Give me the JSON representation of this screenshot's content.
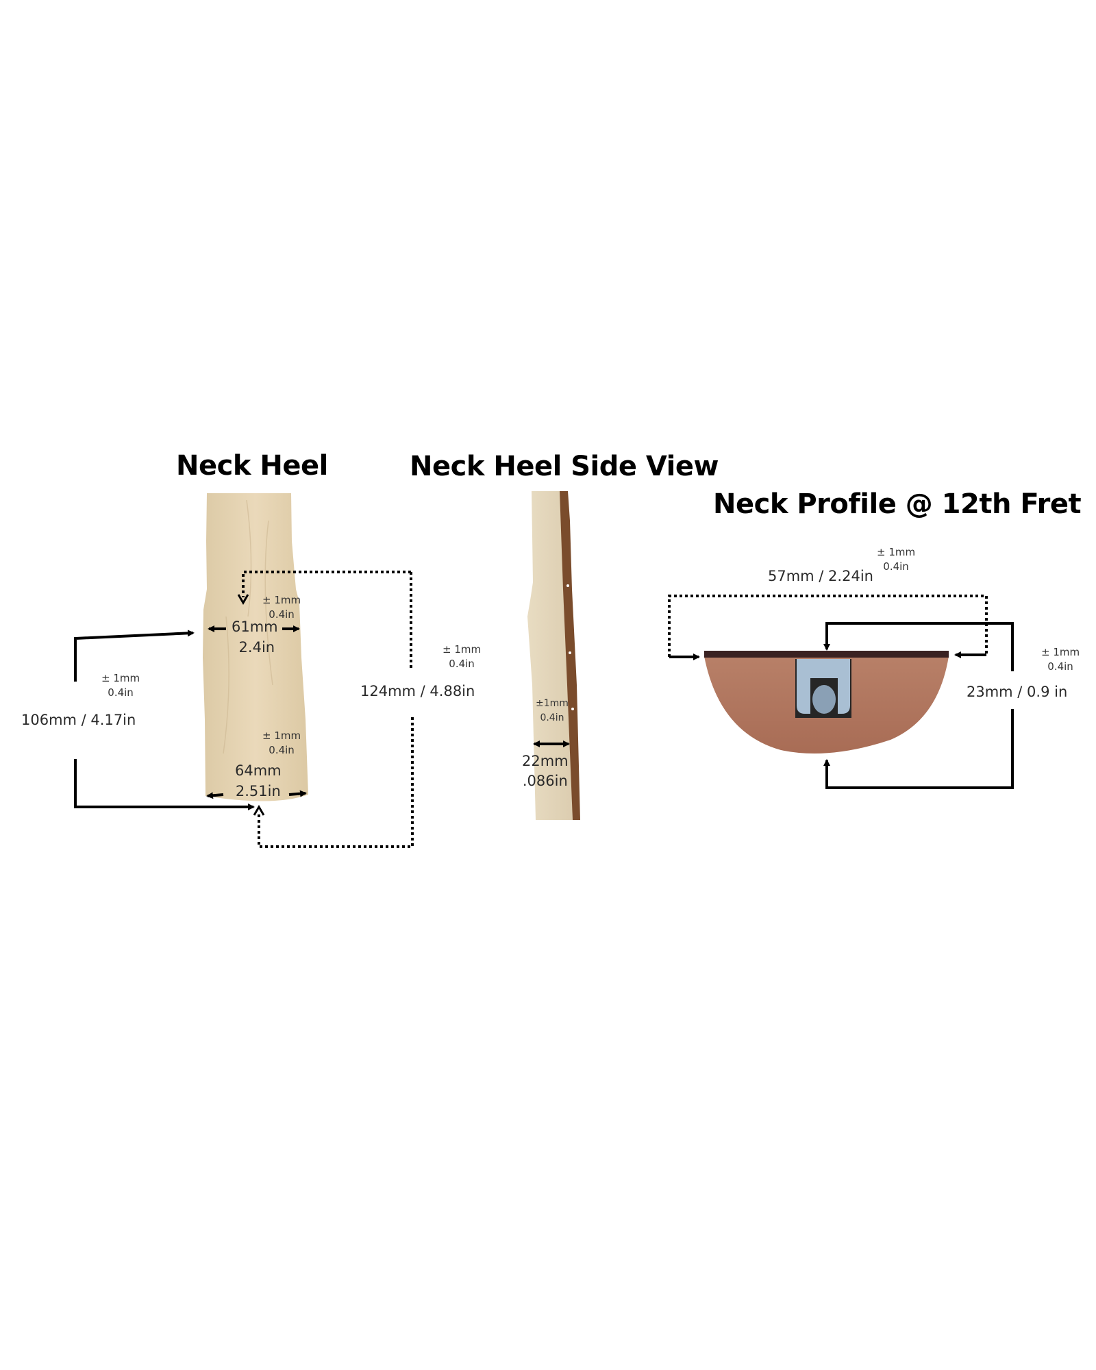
{
  "panels": {
    "neck_heel": {
      "title": "Neck Heel",
      "upper_width": {
        "mm": "61mm",
        "in": "2.4in"
      },
      "upper_tolerance": {
        "mm": "± 1mm",
        "in": "0.4in"
      },
      "lower_width": {
        "mm": "64mm",
        "in": "2.51in"
      },
      "lower_tolerance": {
        "mm": "± 1mm",
        "in": "0.4in"
      },
      "left_length": "106mm / 4.17in",
      "left_tolerance": {
        "mm": "± 1mm",
        "in": "0.4in"
      },
      "right_length": "124mm / 4.88in",
      "right_tolerance": {
        "mm": "± 1mm",
        "in": "0.4in"
      }
    },
    "side_view": {
      "title": "Neck Heel Side View",
      "thickness": {
        "mm": "22mm",
        "in": ".086in"
      },
      "tolerance": {
        "mm": "±1mm",
        "in": "0.4in"
      }
    },
    "profile": {
      "title": "Neck Profile @ 12th Fret",
      "width": "57mm / 2.24in",
      "width_tolerance": {
        "mm": "± 1mm",
        "in": "0.4in"
      },
      "depth": "23mm / 0.9 in",
      "depth_tolerance": {
        "mm": "± 1mm",
        "in": "0.4in"
      }
    }
  },
  "colors": {
    "maple": "#e6d6b6",
    "maple_dark": "#d6c39c",
    "fretboard": "#6b4428",
    "profile_wood": "#b57a63",
    "profile_board": "#3a2222",
    "truss_metal": "#9fb4c6"
  }
}
